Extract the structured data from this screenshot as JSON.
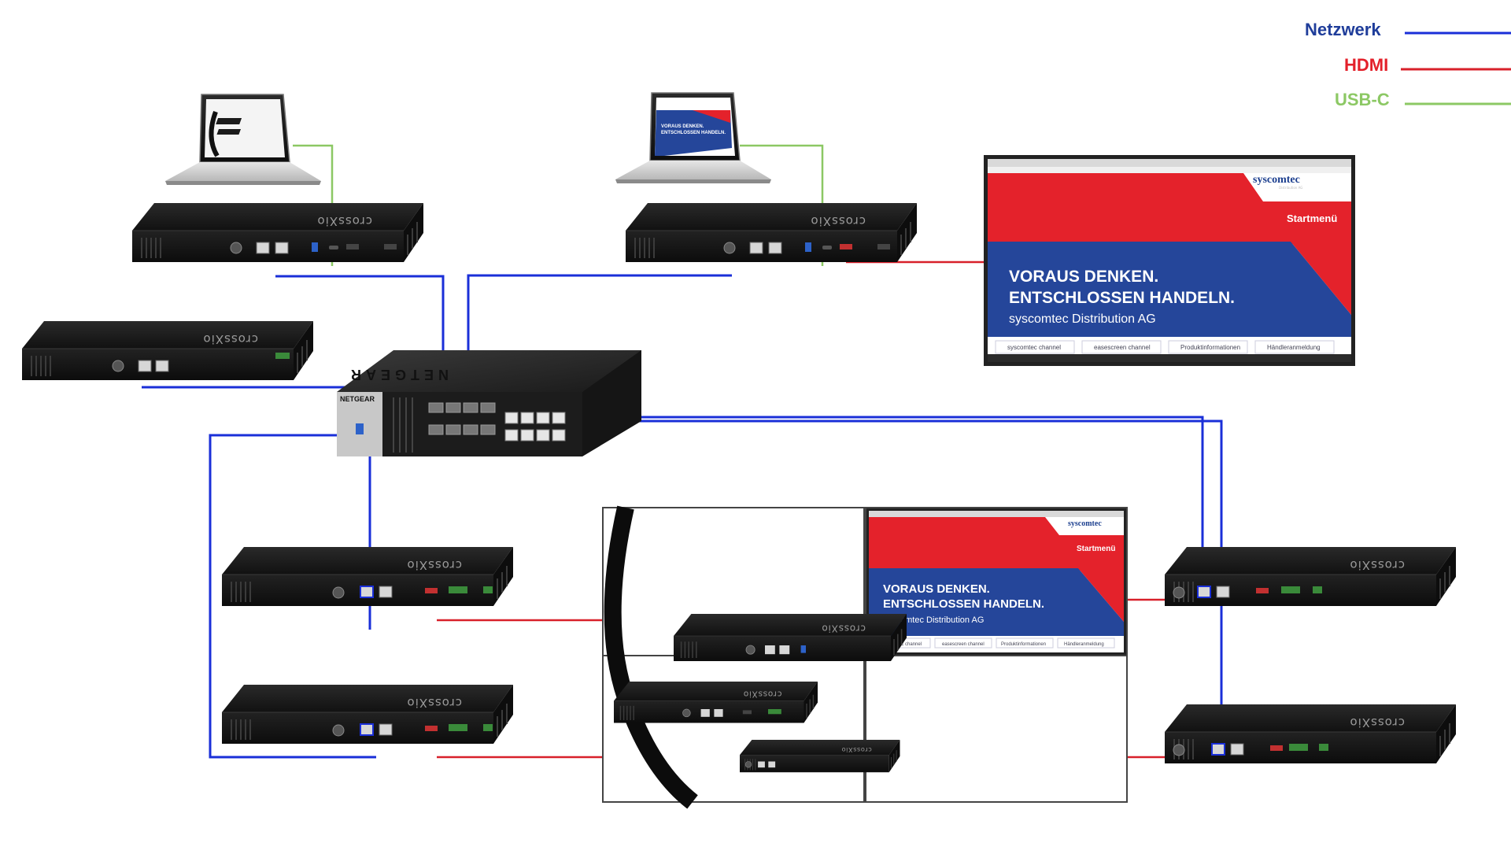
{
  "legend": {
    "network": {
      "label": "Netzwerk",
      "color": "#1f3d9a",
      "line_color": "#1a2fd8"
    },
    "hdmi": {
      "label": "HDMI",
      "color": "#e3202a",
      "line_color": "#d8202a"
    },
    "usbc": {
      "label": "USB-C",
      "color": "#8cc864",
      "line_color": "#8cc864"
    }
  },
  "device_brand": "crossXio",
  "switch_brand": "NETGEAR",
  "screen": {
    "logo": "syscomtec",
    "logo_sub": "Distribution AG",
    "menu": "Startmenü",
    "headline_1": "VORAUS DENKEN.",
    "headline_2": "ENTSCHLOSSEN HANDELN.",
    "company": "syscomtec Distribution AG",
    "buttons": [
      "syscomtec channel",
      "easescreen channel",
      "Produktinformationen",
      "Händleranmeldung"
    ]
  },
  "colors": {
    "screen_red": "#e4222b",
    "screen_blue": "#25469a",
    "device_body": "#1b1b1b"
  }
}
